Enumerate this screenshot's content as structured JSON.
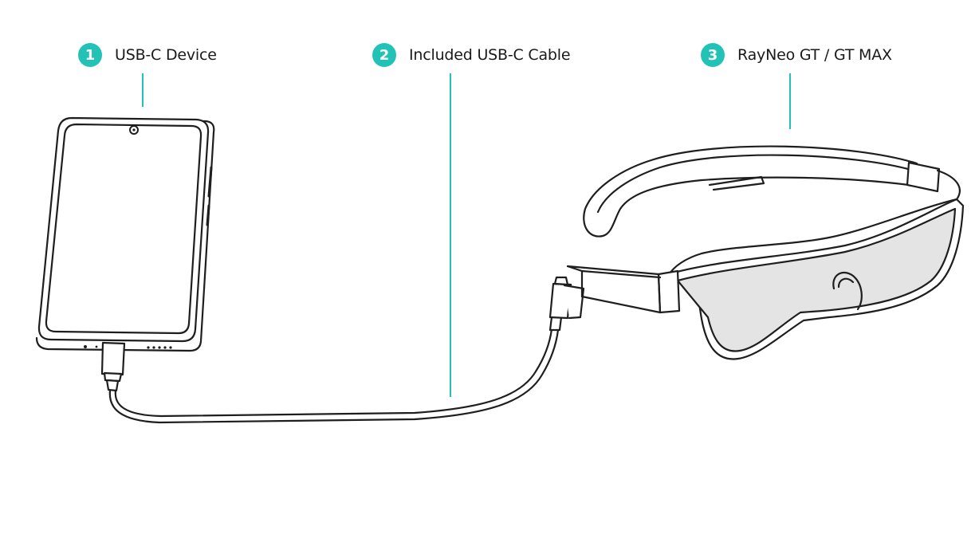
{
  "colors": {
    "accent": "#22c3b6",
    "line_art": "#1e1e1e",
    "lens_fill": "#e4e4e4",
    "background": "#ffffff"
  },
  "callouts": [
    {
      "number": "1",
      "label": "USB-C Device"
    },
    {
      "number": "2",
      "label": "Included USB-C Cable"
    },
    {
      "number": "3",
      "label": "RayNeo GT / GT MAX"
    }
  ]
}
